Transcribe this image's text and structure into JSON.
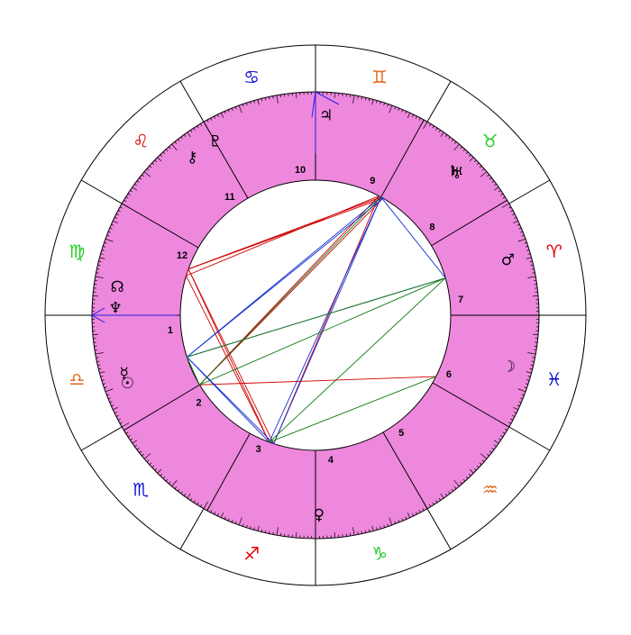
{
  "zodiac": [
    {
      "name": "Aries",
      "glyph": "♈",
      "color": "#e00000"
    },
    {
      "name": "Taurus",
      "glyph": "♉",
      "color": "#22cc22"
    },
    {
      "name": "Gemini",
      "glyph": "♊",
      "color": "#e06a20"
    },
    {
      "name": "Cancer",
      "glyph": "♋",
      "color": "#1010d0"
    },
    {
      "name": "Leo",
      "glyph": "♌",
      "color": "#e00000"
    },
    {
      "name": "Virgo",
      "glyph": "♍",
      "color": "#22cc22"
    },
    {
      "name": "Libra",
      "glyph": "♎",
      "color": "#e06a20"
    },
    {
      "name": "Scorpio",
      "glyph": "♏",
      "color": "#1010d0"
    },
    {
      "name": "Sagittarius",
      "glyph": "♐",
      "color": "#e00000"
    },
    {
      "name": "Capricorn",
      "glyph": "♑",
      "color": "#22cc22"
    },
    {
      "name": "Aquarius",
      "glyph": "♒",
      "color": "#e06a20"
    },
    {
      "name": "Pisces",
      "glyph": "♓",
      "color": "#1010d0"
    }
  ],
  "houses": [
    {
      "number": "1",
      "lon": 180
    },
    {
      "number": "2",
      "lon": 211
    },
    {
      "number": "3",
      "lon": 241
    },
    {
      "number": "4",
      "lon": 270
    },
    {
      "number": "5",
      "lon": 300
    },
    {
      "number": "6",
      "lon": 330
    },
    {
      "number": "7",
      "lon": 0
    },
    {
      "number": "8",
      "lon": 31
    },
    {
      "number": "9",
      "lon": 61
    },
    {
      "number": "10",
      "lon": 90
    },
    {
      "number": "11",
      "lon": 120
    },
    {
      "number": "12",
      "lon": 150
    }
  ],
  "planets": [
    {
      "name": "Sun",
      "glyph": "☉",
      "lon": 200
    },
    {
      "name": "Moon",
      "glyph": "☽",
      "lon": 345
    },
    {
      "name": "Mercury",
      "glyph": "☿",
      "lon": 197
    },
    {
      "name": "Venus",
      "glyph": "♀",
      "lon": 271
    },
    {
      "name": "Mars",
      "glyph": "♂",
      "lon": 16
    },
    {
      "name": "Jupiter",
      "glyph": "♃",
      "lon": 87
    },
    {
      "name": "Saturn",
      "glyph": "♄",
      "lon": 46
    },
    {
      "name": "Uranus",
      "glyph": "♅",
      "lon": 45
    },
    {
      "name": "Neptune",
      "glyph": "♆",
      "lon": 178
    },
    {
      "name": "Pluto",
      "glyph": "♇",
      "lon": 120
    },
    {
      "name": "Chiron",
      "glyph": "⚷",
      "lon": 128
    },
    {
      "name": "Node",
      "glyph": "☊",
      "lon": 172
    }
  ],
  "axes": {
    "ascendant_lon": 180,
    "midheaven_lon": 90,
    "color": "#2020e0"
  },
  "aspects": [
    {
      "from": 0,
      "to": 2,
      "color": "#d00000"
    },
    {
      "from": 0,
      "to": 9,
      "color": "#d00000"
    },
    {
      "from": 0,
      "to": 11,
      "color": "#d00000"
    },
    {
      "from": 1,
      "to": 4,
      "color": "#d00000"
    },
    {
      "from": 1,
      "to": 9,
      "color": "#d00000"
    },
    {
      "from": 1,
      "to": 7,
      "color": "#d00000"
    },
    {
      "from": 2,
      "to": 11,
      "color": "#d00000"
    },
    {
      "from": 3,
      "to": 9,
      "color": "#d00000"
    },
    {
      "from": 3,
      "to": 11,
      "color": "#d00000"
    },
    {
      "from": 4,
      "to": 11,
      "color": "#d00000"
    },
    {
      "from": 5,
      "to": 11,
      "color": "#d00000"
    },
    {
      "from": 5,
      "to": 11,
      "color": "#d00000"
    },
    {
      "from": 2,
      "to": 5,
      "color": "#1030d0"
    },
    {
      "from": 2,
      "to": 8,
      "color": "#1030d0"
    },
    {
      "from": 3,
      "to": 5,
      "color": "#1030d0"
    },
    {
      "from": 3,
      "to": 8,
      "color": "#1030d0"
    },
    {
      "from": 4,
      "to": 5,
      "color": "#1030d0"
    },
    {
      "from": 4,
      "to": 8,
      "color": "#1030d0"
    },
    {
      "from": 4,
      "to": 10,
      "color": "#1030d0"
    },
    {
      "from": 5,
      "to": 6,
      "color": "#1030d0"
    },
    {
      "from": 5,
      "to": 8,
      "color": "#1030d0"
    },
    {
      "from": 6,
      "to": 8,
      "color": "#1030d0"
    },
    {
      "from": 1,
      "to": 5,
      "color": "#0f7a0f"
    },
    {
      "from": 1,
      "to": 6,
      "color": "#0f7a0f"
    },
    {
      "from": 1,
      "to": 8,
      "color": "#0f7a0f"
    },
    {
      "from": 2,
      "to": 6,
      "color": "#0f7a0f"
    },
    {
      "from": 6,
      "to": 8,
      "color": "#0f7a0f"
    },
    {
      "from": 2,
      "to": 7,
      "color": "#0f7a0f"
    }
  ],
  "aspect_points": [
    {
      "lon": 163
    },
    {
      "lon": 211
    },
    {
      "lon": 250
    },
    {
      "lon": 252
    },
    {
      "lon": 60
    },
    {
      "lon": 61
    },
    {
      "lon": 16
    },
    {
      "lon": 333
    },
    {
      "lon": 198
    },
    {
      "lon": 62
    },
    {
      "lon": 62
    },
    {
      "lon": 160
    }
  ],
  "colors": {
    "wheel_fill": "#ee88dd",
    "line": "#000000",
    "inner_fill": "#ffffff"
  }
}
